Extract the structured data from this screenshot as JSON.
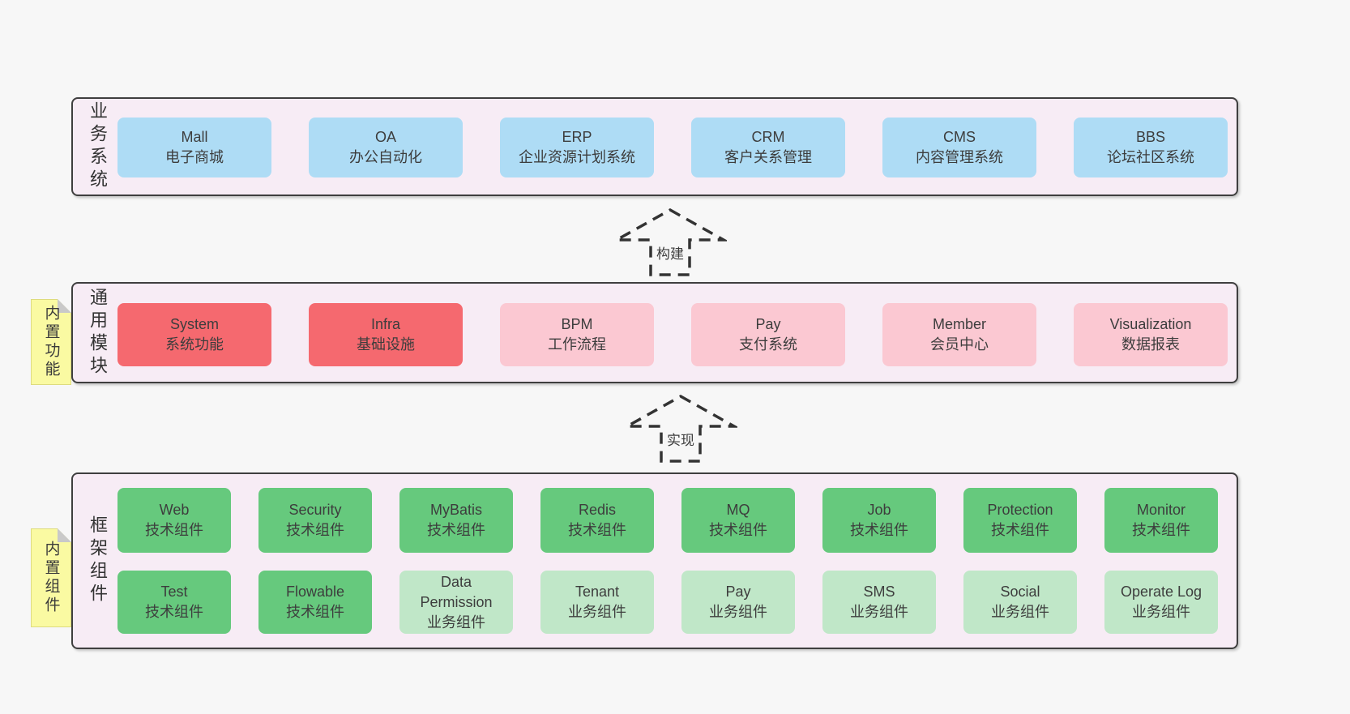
{
  "colors": {
    "page_bg": "#f7f7f7",
    "band_bg": "#f7ecf5",
    "band_border": "#3f3f3f",
    "blue_box": "#aedcf5",
    "red_box": "#f5696f",
    "pink_box": "#fbc8d2",
    "green_box": "#66c97d",
    "light_green_box": "#c0e7c8",
    "sticky_note_bg": "#fafaa2"
  },
  "arrows": [
    {
      "label": "构建"
    },
    {
      "label": "实现"
    }
  ],
  "bands": [
    {
      "title": "业务系统",
      "rows": [
        [
          {
            "en": "Mall",
            "zh": "电子商城"
          },
          {
            "en": "OA",
            "zh": "办公自动化"
          },
          {
            "en": "ERP",
            "zh": "企业资源计划系统"
          },
          {
            "en": "CRM",
            "zh": "客户关系管理"
          },
          {
            "en": "CMS",
            "zh": "内容管理系统"
          },
          {
            "en": "BBS",
            "zh": "论坛社区系统"
          }
        ]
      ]
    },
    {
      "title": "通用模块",
      "note": "内置功能",
      "rows": [
        [
          {
            "en": "System",
            "zh": "系统功能"
          },
          {
            "en": "Infra",
            "zh": "基础设施"
          },
          {
            "en": "BPM",
            "zh": "工作流程"
          },
          {
            "en": "Pay",
            "zh": "支付系统"
          },
          {
            "en": "Member",
            "zh": "会员中心"
          },
          {
            "en": "Visualization",
            "zh": "数据报表"
          }
        ]
      ]
    },
    {
      "title": "框架组件",
      "note": "内置组件",
      "rows": [
        [
          {
            "en": "Web",
            "zh": "技术组件"
          },
          {
            "en": "Security",
            "zh": "技术组件"
          },
          {
            "en": "MyBatis",
            "zh": "技术组件"
          },
          {
            "en": "Redis",
            "zh": "技术组件"
          },
          {
            "en": "MQ",
            "zh": "技术组件"
          },
          {
            "en": "Job",
            "zh": "技术组件"
          },
          {
            "en": "Protection",
            "zh": "技术组件"
          },
          {
            "en": "Monitor",
            "zh": "技术组件"
          }
        ],
        [
          {
            "en": "Test",
            "zh": "技术组件"
          },
          {
            "en": "Flowable",
            "zh": "技术组件"
          },
          {
            "en": "Data Permission",
            "zh": "业务组件"
          },
          {
            "en": "Tenant",
            "zh": "业务组件"
          },
          {
            "en": "Pay",
            "zh": "业务组件"
          },
          {
            "en": "SMS",
            "zh": "业务组件"
          },
          {
            "en": "Social",
            "zh": "业务组件"
          },
          {
            "en": "Operate Log",
            "zh": "业务组件"
          }
        ]
      ]
    }
  ]
}
